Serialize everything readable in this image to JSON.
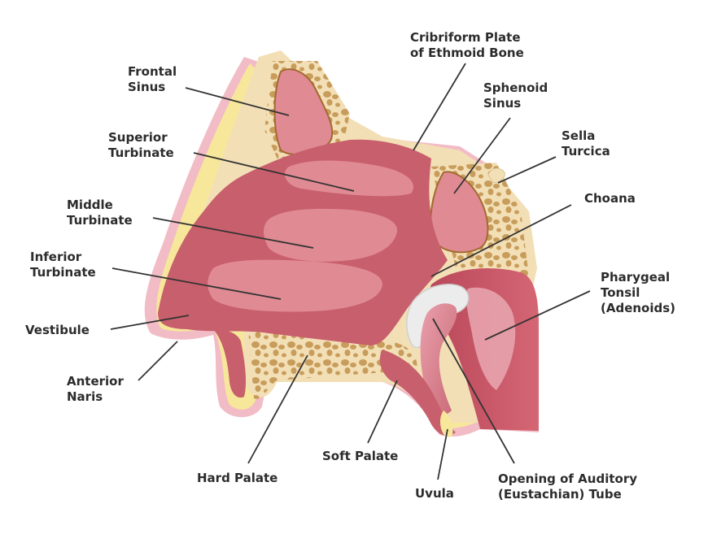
{
  "diagram": {
    "labels": {
      "frontal_sinus": [
        "Frontal",
        "Sinus"
      ],
      "superior_turbinate": [
        "Superior",
        "Turbinate"
      ],
      "middle_turbinate": [
        "Middle",
        "Turbinate"
      ],
      "inferior_turbinate": [
        "Inferior",
        "Turbinate"
      ],
      "vestibule": [
        "Vestibule"
      ],
      "anterior_naris": [
        "Anterior",
        "Naris"
      ],
      "hard_palate": [
        "Hard Palate"
      ],
      "soft_palate": [
        "Soft Palate"
      ],
      "uvula": [
        "Uvula"
      ],
      "eustachian": [
        "Opening of Auditory",
        "(Eustachian) Tube"
      ],
      "cribriform": [
        "Cribriform Plate",
        "of Ethmoid Bone"
      ],
      "sphenoid_sinus": [
        "Sphenoid",
        "Sinus"
      ],
      "sella_turcica": [
        "Sella",
        "Turcica"
      ],
      "choana": [
        "Choana"
      ],
      "pharyngeal_tonsil": [
        "Pharygeal",
        "Tonsil",
        "(Adenoids)"
      ]
    },
    "colors": {
      "bone": "#f3dfb6",
      "bone_cells": "#c89d5c",
      "mucosa": "#c85f6c",
      "mucosa_light": "#e08a93",
      "skin_pink": "#f2bcc6",
      "skin_yellow": "#f7e79a",
      "leader": "#333333"
    }
  }
}
